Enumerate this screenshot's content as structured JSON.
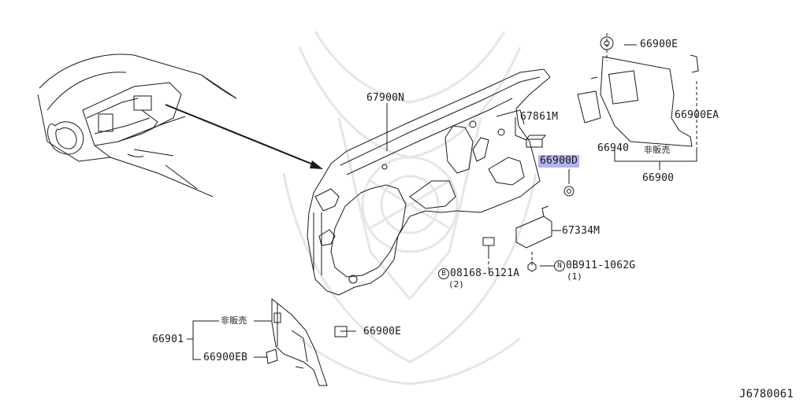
{
  "diagram_code": "J6780061",
  "colors": {
    "line": "#1a1a1a",
    "highlight": "#b4b4ec",
    "watermark": "#e4e4e4"
  },
  "parts": {
    "p67900N": "67900N",
    "p67861M": "67861M",
    "p66900D": "66900D",
    "p66900E_top": "66900E",
    "p66900EA": "66900EA",
    "p66940": "66940",
    "not_for_sale_top": "非販売",
    "p66900": "66900",
    "p67334M": "67334M",
    "bolt_n_code": "0B911-1062G",
    "bolt_n_qty": "(1)",
    "bolt_b_code": "08168-6121A",
    "bolt_b_qty": "(2)",
    "p66901": "66901",
    "not_for_sale_bottom": "非販売",
    "p66900E_bottom": "66900E",
    "p66900EB": "66900EB"
  },
  "markers": {
    "n": "N",
    "b": "B"
  },
  "watermark_icon": "samurai-kabuto-watermark-icon"
}
